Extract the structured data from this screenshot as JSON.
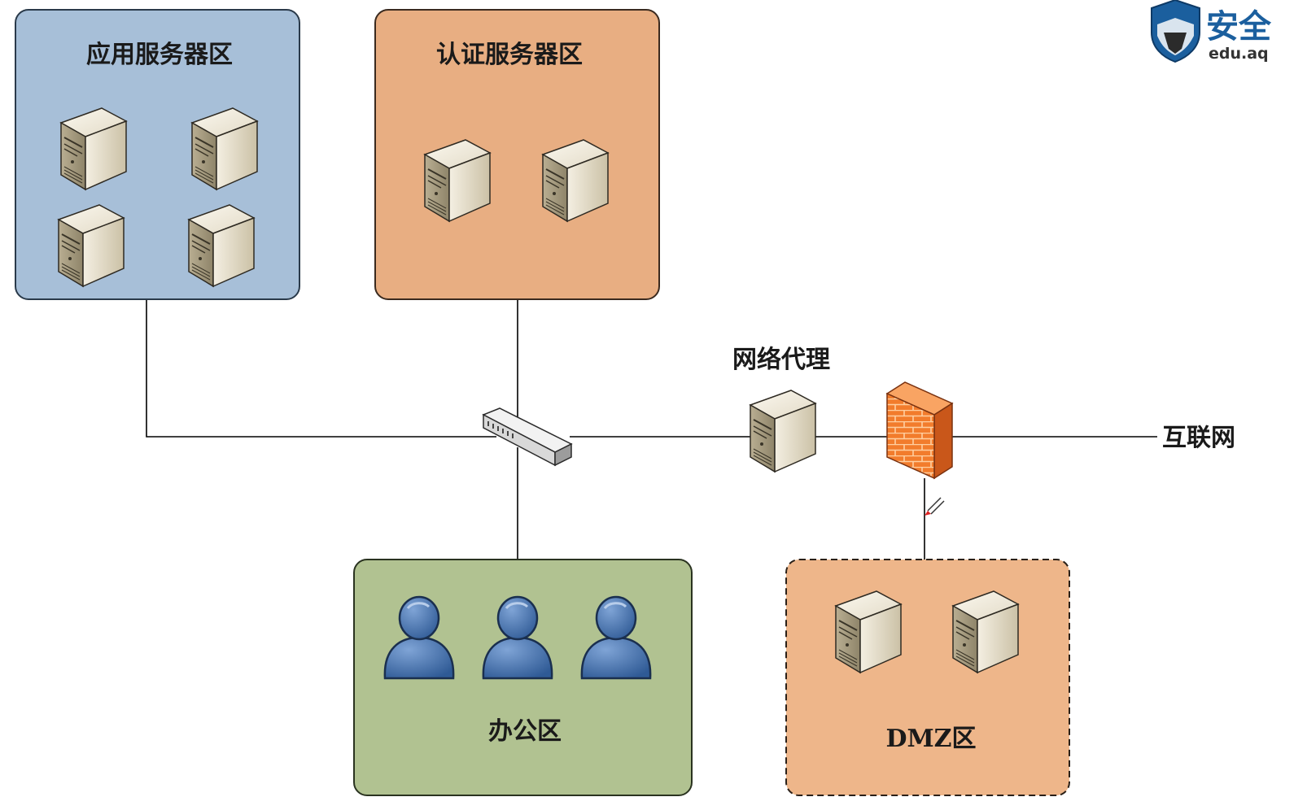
{
  "zones": {
    "app_servers": {
      "label": "应用服务器区",
      "color": "#a7bfd8"
    },
    "auth_servers": {
      "label": "认证服务器区",
      "color": "#e8ae82"
    },
    "office": {
      "label": "办公区",
      "color": "#b1c291"
    },
    "dmz": {
      "label": "DMZ区",
      "color": "#eeb68a"
    }
  },
  "nodes": {
    "proxy_label": "网络代理",
    "internet_label": "互联网"
  },
  "logo": {
    "text": "安全",
    "subtext": "edu.aq",
    "color": "#1b5f9e"
  }
}
